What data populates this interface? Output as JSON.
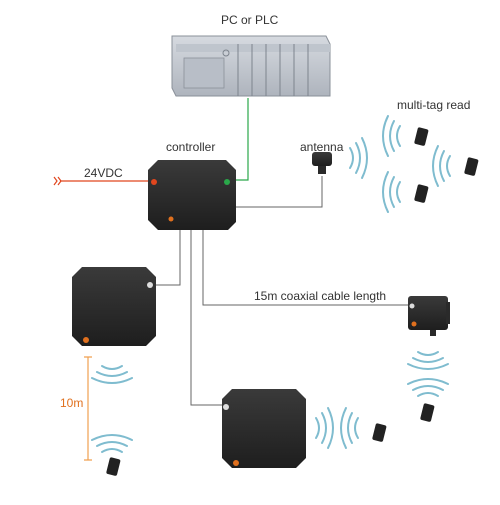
{
  "labels": {
    "pc_plc": "PC or PLC",
    "multi_tag": "multi-tag read",
    "controller": "controller",
    "antenna": "antenna",
    "power": "24VDC",
    "coax": "15m coaxial cable length",
    "distance": "10m"
  },
  "colors": {
    "device_body": "#2a2a2a",
    "device_highlight": "#444444",
    "signal_wave": "#7fbccf",
    "green_link": "#2aa84a",
    "power_line": "#e0461e",
    "range_line": "#f0a050",
    "cable": "#666666",
    "plc_body": "#c7ccd4",
    "brand_dot": "#e0701e"
  },
  "icons": [
    "plc-icon",
    "controller-icon",
    "antenna-icon",
    "reader-icon",
    "tag-icon",
    "signal-wave-icon"
  ]
}
